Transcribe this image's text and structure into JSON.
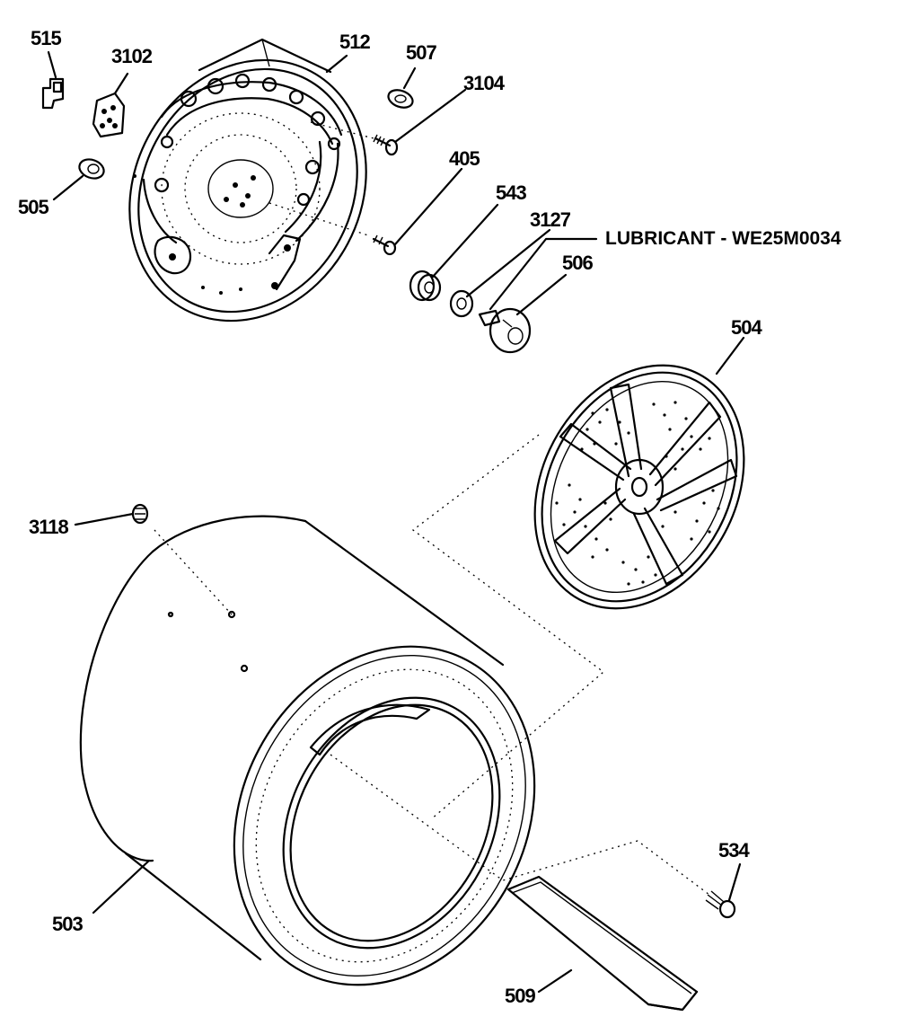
{
  "diagram": {
    "labels": {
      "p515": "515",
      "p3102": "3102",
      "p512": "512",
      "p507": "507",
      "p3104": "3104",
      "p405": "405",
      "p505": "505",
      "p543": "543",
      "p3127": "3127",
      "p506": "506",
      "p504": "504",
      "p3118": "3118",
      "p503": "503",
      "p534": "534",
      "p509": "509"
    },
    "note": "LUBRICANT - WE25M0034"
  }
}
